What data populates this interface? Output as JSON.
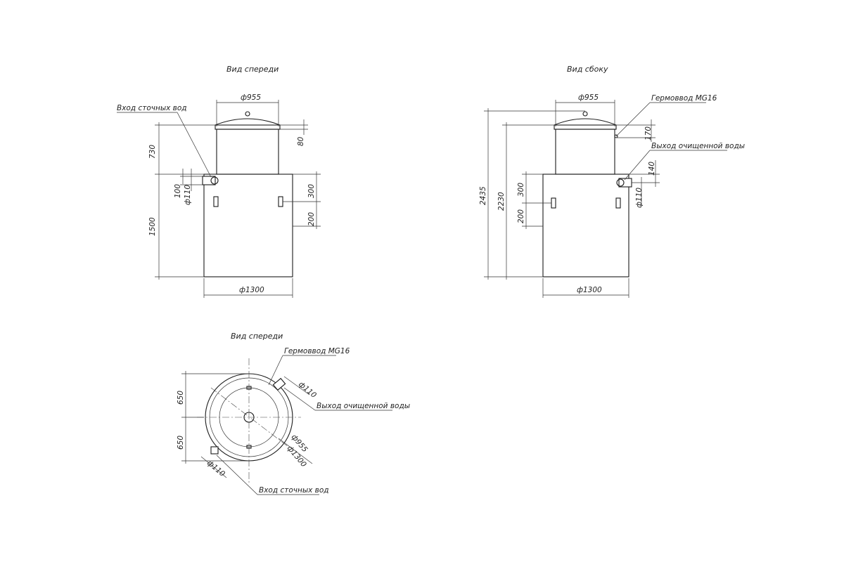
{
  "titles": {
    "front_view": "Вид спереди",
    "side_view": "Вид сбоку",
    "top_view": "Вид спереди"
  },
  "front": {
    "d_lid": "ф955",
    "d_body": "ф1300",
    "h_neck": "730",
    "h_body": "1500",
    "h_lid": "80",
    "h_inlet": "100",
    "d_inlet": "ф110",
    "h_300": "300",
    "h_200": "200",
    "inlet_label": "Вход сточных вод"
  },
  "side": {
    "d_lid": "ф955",
    "d_body": "ф1300",
    "h_total": "2435",
    "h_2230": "2230",
    "h_300": "300",
    "h_200": "200",
    "h_170": "170",
    "h_140": "140",
    "d_outlet": "ф110",
    "gland_label": "Гермоввод MG16",
    "outlet_label": "Выход очищенной воды"
  },
  "top": {
    "r_650_top": "650",
    "r_650_bottom": "650",
    "d_outlet": "ф110",
    "d_inlet": "ф110",
    "d_955": "ф955",
    "d_1300": "ф1300",
    "gland_label": "Гермоввод MG16",
    "outlet_label": "Выход очищенной воды",
    "inlet_label": "Вход сточных вод"
  }
}
